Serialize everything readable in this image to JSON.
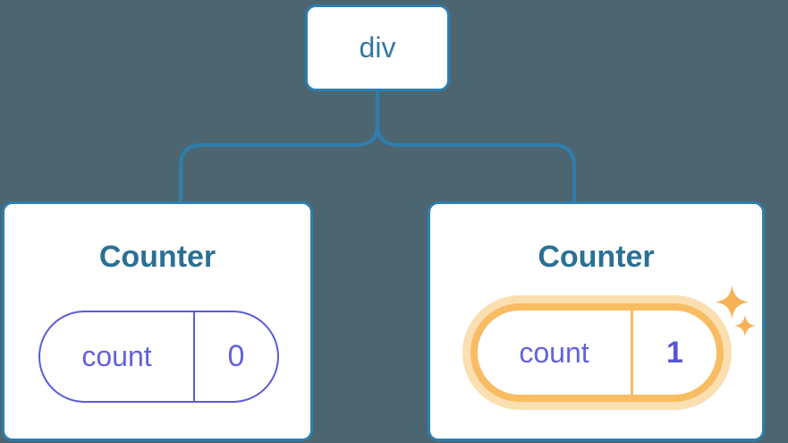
{
  "diagram": {
    "kind": "component-tree-with-state",
    "root": {
      "label": "div"
    },
    "children": [
      {
        "title": "Counter",
        "state_key": "count",
        "state_value": "0",
        "highlighted": false
      },
      {
        "title": "Counter",
        "state_key": "count",
        "state_value": "1",
        "highlighted": true
      }
    ]
  },
  "colors": {
    "background": "#4C6671",
    "card_bg": "#FFFFFF",
    "node_border": "#2E7EAE",
    "connector": "#2E7EAE",
    "root_label_text": "#35789F",
    "card_title_text": "#2B7094",
    "pill_border_purple": "#5B5BD6",
    "pill_text_purple": "#6363D8",
    "pill_value_bold_purple": "#5757D1",
    "highlight_ring_orange": "#F8BC63",
    "highlight_halo_orange": "#FBDFB1",
    "sparkle_orange": "#F7B156"
  }
}
